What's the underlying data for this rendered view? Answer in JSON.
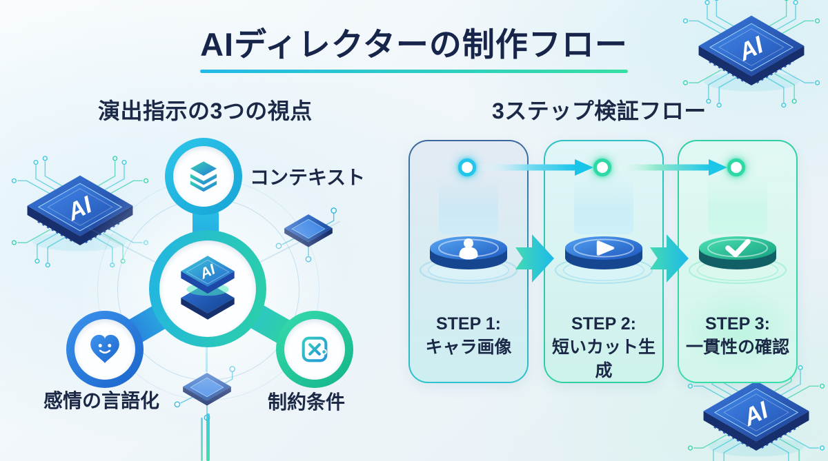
{
  "title": {
    "text": "AIディレクターの制作フロー"
  },
  "left_section": {
    "heading": "演出指示の3つの視点",
    "hub": {
      "chip_label": "AI",
      "icon": "ai-chip-stack-icon"
    },
    "nodes": [
      {
        "label": "コンテキスト",
        "icon": "layers-icon"
      },
      {
        "label": "感情の言語化",
        "icon": "heart-smile-icon"
      },
      {
        "label": "制約条件",
        "icon": "crossed-box-icon"
      }
    ]
  },
  "right_section": {
    "heading": "3ステップ検証フロー",
    "steps": [
      {
        "step_label": "STEP 1:",
        "title": "キャラ画像",
        "icon": "user-icon"
      },
      {
        "step_label": "STEP 2:",
        "title": "短いカット生成",
        "icon": "play-icon"
      },
      {
        "step_label": "STEP 3:",
        "title": "一貫性の確認",
        "icon": "check-icon"
      }
    ]
  },
  "decorations": {
    "chip_label": "AI"
  },
  "colors": {
    "title_text": "#17254a",
    "accent_cyan": "#22bce6",
    "accent_green": "#2fd6a2",
    "accent_blue": "#2a7de0",
    "underline_gradient_start": "#22b9e8",
    "underline_gradient_end": "#36dfa2",
    "background": "#eef5f9"
  }
}
